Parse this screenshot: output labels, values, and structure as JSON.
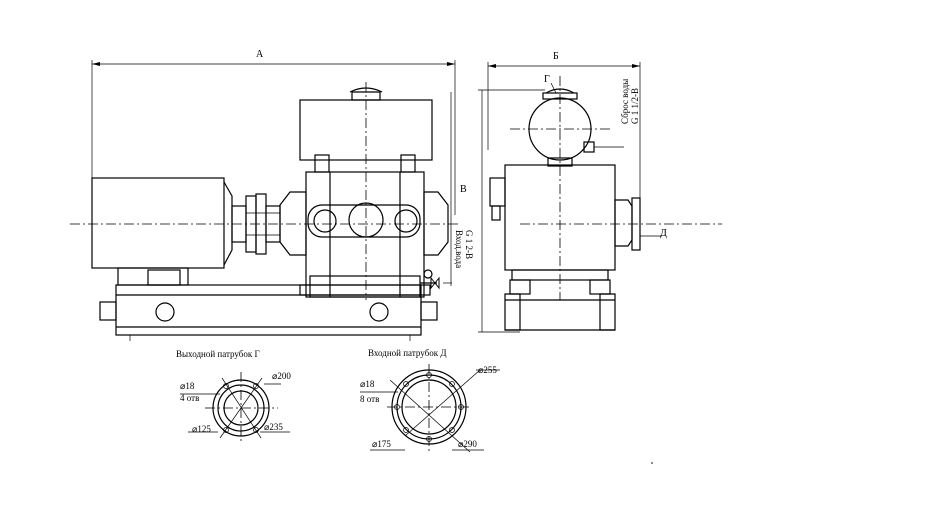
{
  "dimensions": {
    "A": "А",
    "B": "Б",
    "V": "В",
    "D_port": "Д",
    "G_port": "Г"
  },
  "side_notes": {
    "water_inlet": "G 1 2-B",
    "water_inlet_sub": "Вход.вода",
    "water_outlet": "G 1 1/2-B",
    "water_outlet_sub": "Сброс воды"
  },
  "outlet_flange": {
    "title": "Выходной патрубок Г",
    "hole_diameter": "⌀18",
    "hole_count": "4 отв",
    "d_outer": "⌀200",
    "d_inner": "⌀125",
    "d_bolt": "⌀235"
  },
  "inlet_flange": {
    "title": "Входной патрубок Д",
    "hole_diameter": "⌀18",
    "hole_count": "8 отв",
    "d_outer": "⌀255",
    "d_inner": "⌀175",
    "d_bolt": "⌀290"
  }
}
